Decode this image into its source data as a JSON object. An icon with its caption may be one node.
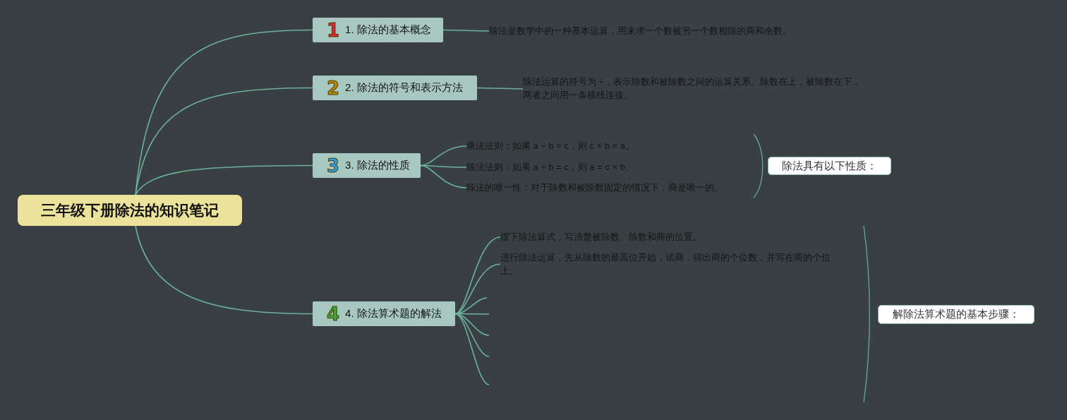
{
  "diagram": {
    "nodes": [
      {
        "text": [
          "三年级下册除法的知识笔记"
        ]
      },
      {
        "text": [
          "1",
          "1. 除法的基本概念"
        ]
      },
      {
        "text": [
          "除法是数学中的一种基本运算，用来求一个数被另一个数相除的商和余数。"
        ]
      },
      {
        "text": [
          "2",
          "2. 除法的符号和表示方法"
        ]
      },
      {
        "text": [
          "除法运算的符号为 ÷，表示除数和被除数之间的运算关系。除数在上，被除数在下，两者之间用一条横线连接。"
        ]
      },
      {
        "text": [
          "3",
          "3. 除法的性质"
        ]
      },
      {
        "text": [
          "乘法法则：如果 a ÷ b = c，则 c × b = a。"
        ]
      },
      {
        "text": [
          "除法法则：如果 a ÷ b = c，则 a = c × b。"
        ]
      },
      {
        "text": [
          "除法的唯一性：对于除数和被除数固定的情况下，商是唯一的。"
        ]
      },
      {
        "text": [
          "除法具有以下性质："
        ]
      },
      {
        "text": [
          "4",
          "4. 除法算术题的解法"
        ]
      },
      {
        "text": [
          "摆下除法算式，写清楚被除数、除数和商的位置。"
        ]
      },
      {
        "text": [
          "进行除法运算，先从除数的最高位开始，试商，得出商的个位数，并写在商的个位上。"
        ]
      },
      {
        "text": [
          "解除法算术题的基本步骤："
        ]
      }
    ],
    "edges": [
      {
        "from": 0,
        "to": 1,
        "arrow": "none"
      },
      {
        "from": 1,
        "to": 2,
        "arrow": "none"
      },
      {
        "from": 0,
        "to": 3,
        "arrow": "none"
      },
      {
        "from": 3,
        "to": 4,
        "arrow": "none"
      },
      {
        "from": 0,
        "to": 5,
        "arrow": "none"
      },
      {
        "from": 5,
        "to": 6,
        "arrow": "none"
      },
      {
        "from": 5,
        "to": 7,
        "arrow": "none"
      },
      {
        "from": 5,
        "to": 8,
        "arrow": "none"
      },
      {
        "from": 0,
        "to": 10,
        "arrow": "none"
      },
      {
        "from": 10,
        "to": 11,
        "arrow": "none"
      },
      {
        "from": 10,
        "to": 12,
        "arrow": "none"
      },
      {
        "from": 10,
        "to": null,
        "arrow": "none"
      },
      {
        "from": 10,
        "to": null,
        "arrow": "none"
      },
      {
        "from": 10,
        "to": null,
        "arrow": "none"
      },
      {
        "from": 10,
        "to": null,
        "arrow": "none"
      },
      {
        "from": 10,
        "to": null,
        "arrow": "none"
      }
    ]
  }
}
